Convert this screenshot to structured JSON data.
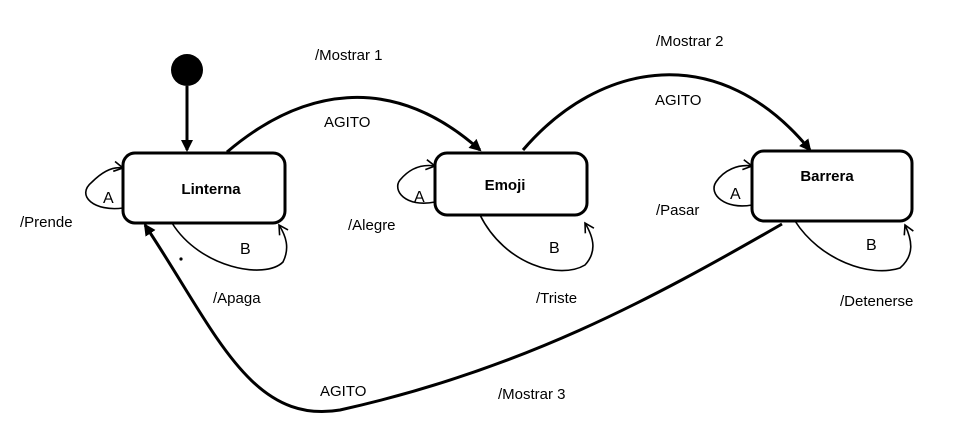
{
  "states": {
    "linterna": "Linterna",
    "emoji": "Emoji",
    "barrera": "Barrera"
  },
  "transitions": {
    "linterna_to_emoji": {
      "event": "AGITO",
      "action": "/Mostrar 1"
    },
    "emoji_to_barrera": {
      "event": "AGITO",
      "action": "/Mostrar 2"
    },
    "barrera_to_linterna": {
      "event": "AGITO",
      "action": "/Mostrar 3"
    }
  },
  "self_loops": {
    "linterna_a": {
      "event": "A",
      "action": "/Prende"
    },
    "linterna_b": {
      "event": "B",
      "action": "/Apaga"
    },
    "emoji_a": {
      "event": "A",
      "action": "/Alegre"
    },
    "emoji_b": {
      "event": "B",
      "action": "/Triste"
    },
    "barrera_a": {
      "event": "A",
      "action": "/Pasar"
    },
    "barrera_b": {
      "event": "B",
      "action": "/Detenerse"
    }
  },
  "colors": {
    "stroke": "#000000",
    "background": "#ffffff"
  }
}
